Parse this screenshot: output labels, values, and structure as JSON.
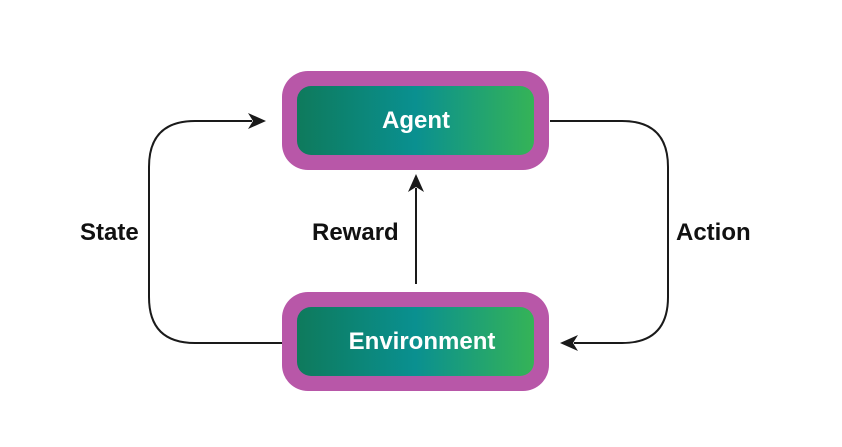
{
  "nodes": {
    "agent": {
      "label": "Agent"
    },
    "environment": {
      "label": "Environment"
    }
  },
  "edges": {
    "state": {
      "label": "State"
    },
    "reward": {
      "label": "Reward"
    },
    "action": {
      "label": "Action"
    }
  },
  "colors": {
    "node_border": "#b857a8",
    "gradient_start": "#0e7a5c",
    "gradient_mid": "#0a9090",
    "gradient_end": "#35b357",
    "arrow": "#1a1a1a",
    "label_text": "#111111",
    "node_text": "#ffffff"
  }
}
